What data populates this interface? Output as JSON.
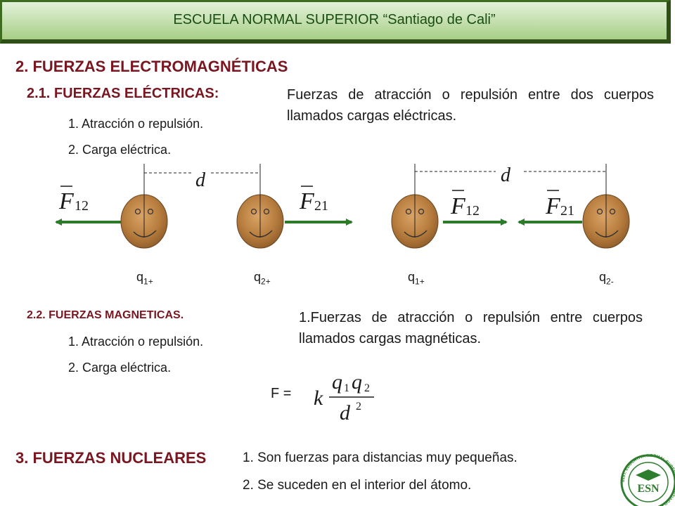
{
  "header": {
    "title": "ESCUELA NORMAL SUPERIOR “Santiago de Cali”"
  },
  "sections": {
    "electromagnetic": {
      "title": "2. FUERZAS ELECTROMAGNÉTICAS"
    },
    "electric": {
      "title": "2.1. FUERZAS ELÉCTRICAS:",
      "items": [
        "1. Atracción o repulsión.",
        "2. Carga eléctrica."
      ],
      "description_line1": "Fuerzas de atracción o repulsión entre dos cuerpos",
      "description_line2": "llamados cargas eléctricas."
    },
    "magnetic": {
      "title": "2.2. FUERZAS MAGNETICAS.",
      "items": [
        "1. Atracción o repulsión.",
        "2. Carga eléctrica."
      ],
      "description_line1": "1.Fuerzas de atracción o repulsión entre cuerpos",
      "description_line2": "llamados cargas magnéticas."
    },
    "nuclear": {
      "title": "3. FUERZAS NUCLEARES",
      "items": [
        "1. Son fuerzas para distancias muy pequeñas.",
        "2. Se suceden en el interior del átomo."
      ]
    }
  },
  "diagram": {
    "distance_label": "d",
    "left_pair": {
      "force1": {
        "symbol": "F",
        "sub": "12"
      },
      "force2": {
        "symbol": "F",
        "sub": "21"
      },
      "charge1": {
        "base": "q",
        "sub": "1+"
      },
      "charge2": {
        "base": "q",
        "sub": "2+"
      }
    },
    "right_pair": {
      "force1": {
        "symbol": "F",
        "sub": "12"
      },
      "force2": {
        "symbol": "F",
        "sub": "21"
      },
      "charge1": {
        "base": "q",
        "sub": "1+"
      },
      "charge2": {
        "base": "q",
        "sub": "2-"
      }
    }
  },
  "formula": {
    "lhs": "F =",
    "k": "k",
    "numerator": {
      "q1": "q",
      "sub1": "1",
      "q2": "q",
      "sub2": "2"
    },
    "denominator": {
      "d": "d",
      "exp": "2"
    }
  },
  "logo": {
    "initials": "ESN",
    "ring_text": "INST. EDUCATIVA NORMAL SUPERIOR · SANTIAGO DE CALI"
  },
  "colors": {
    "header_border": "#3d6b20",
    "header_text": "#1a4d12",
    "section_title": "#7a1620",
    "arrow": "#2d7a2a",
    "face": "#c08a4a"
  }
}
